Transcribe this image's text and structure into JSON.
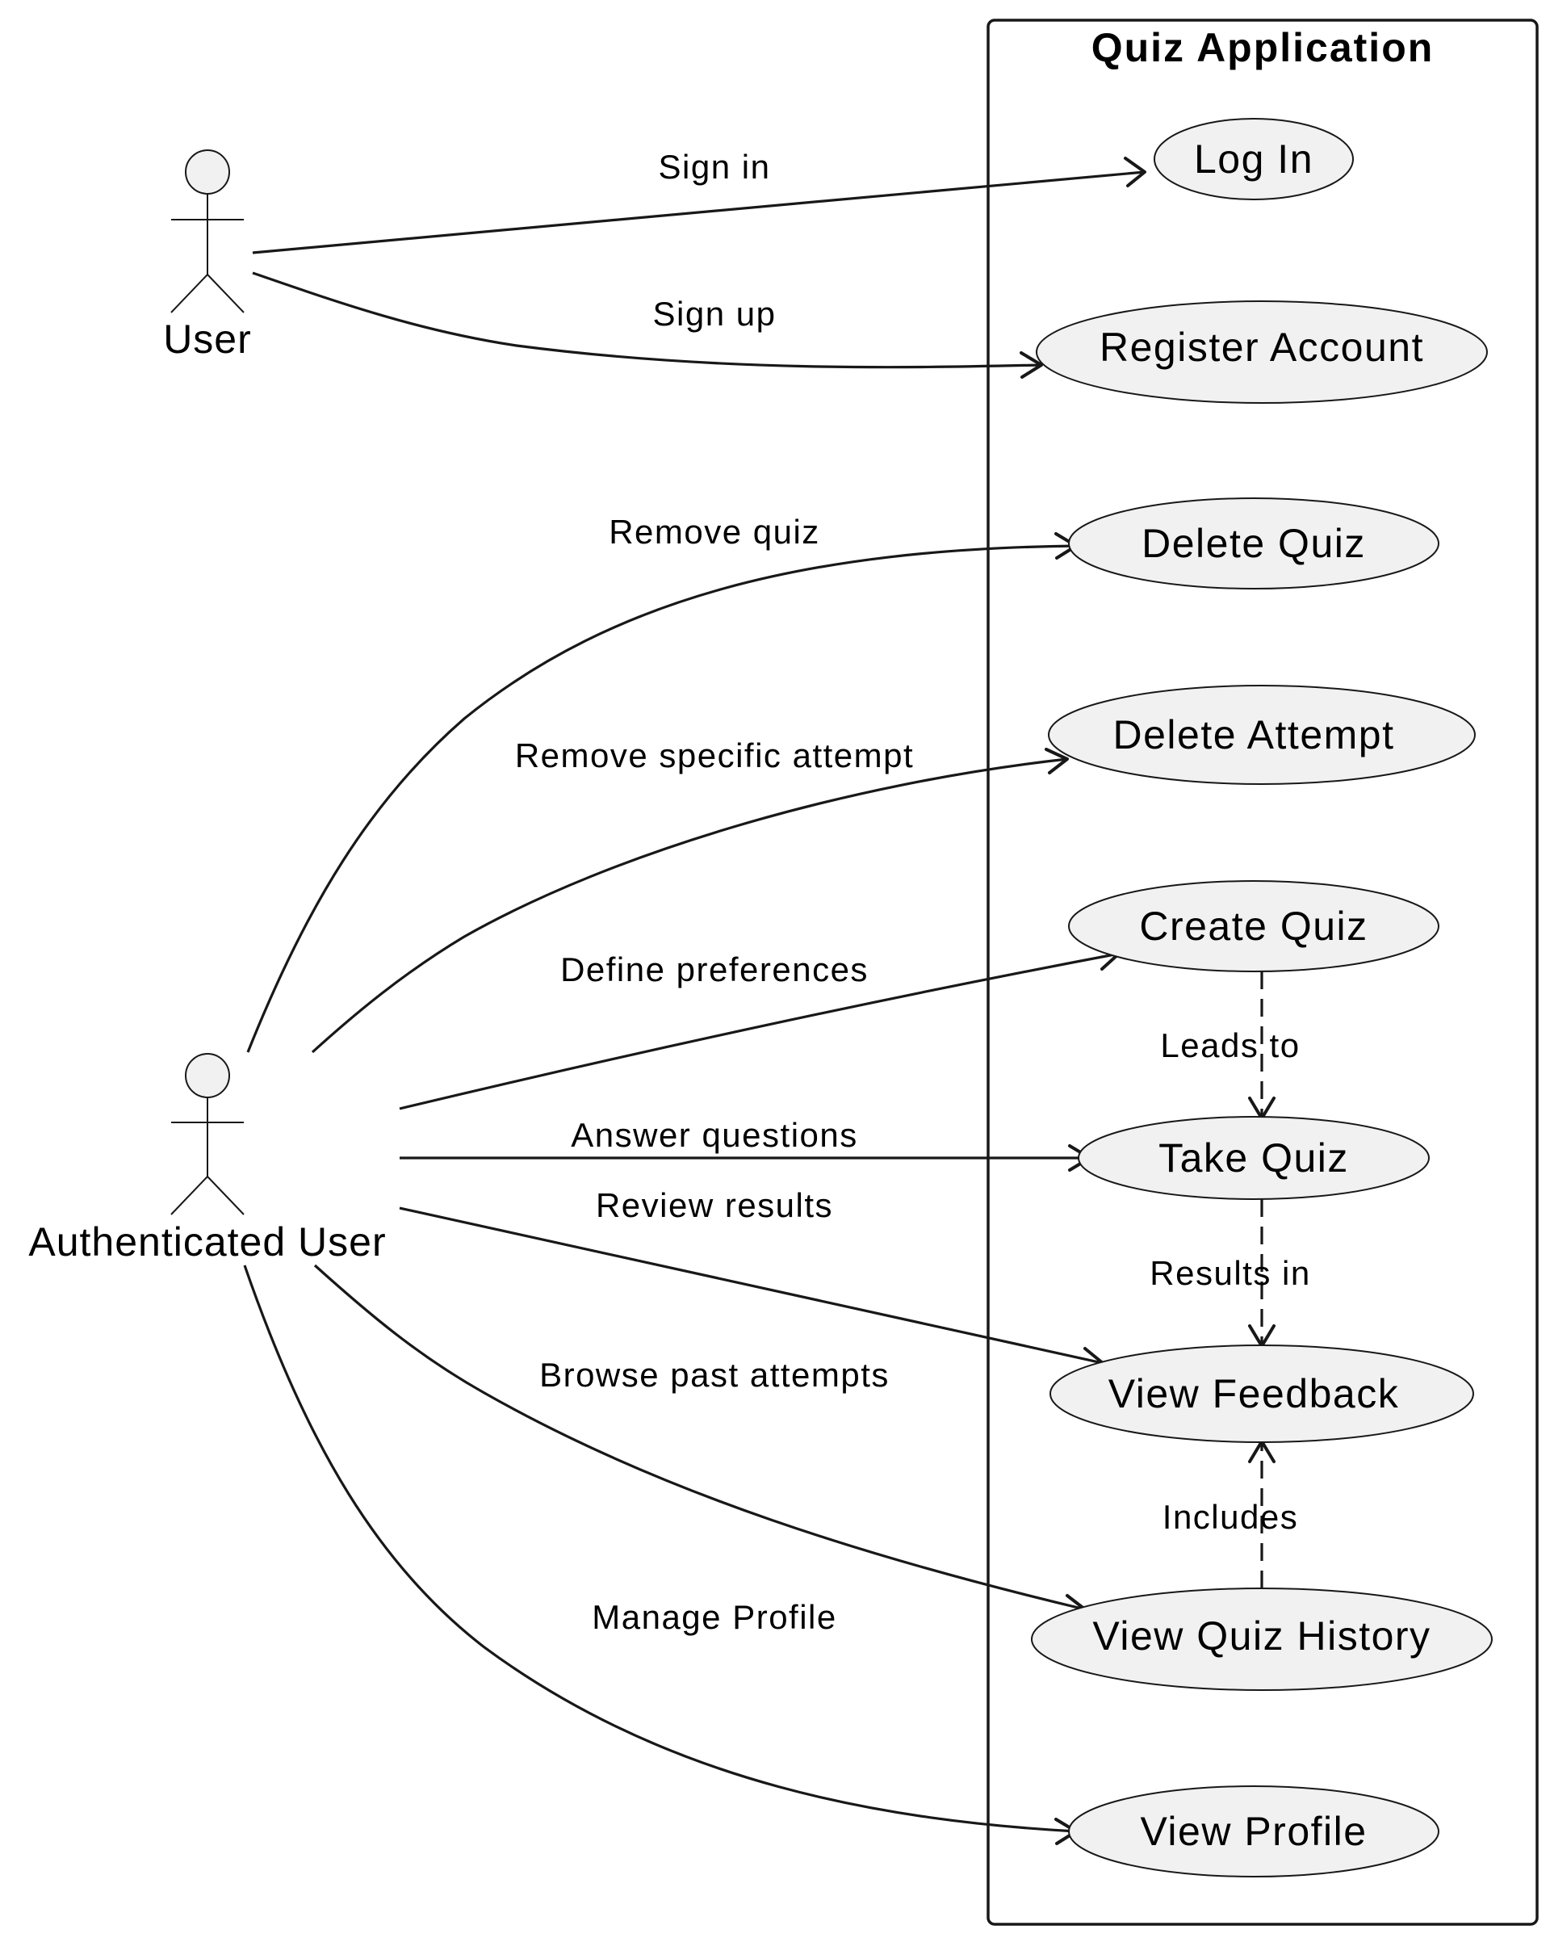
{
  "boundary": {
    "title": "Quiz Application"
  },
  "actors": {
    "user": "User",
    "auth_user": "Authenticated User"
  },
  "use_cases": {
    "log_in": "Log In",
    "register": "Register Account",
    "delete_quiz": "Delete Quiz",
    "delete_attempt": "Delete Attempt",
    "create_quiz": "Create Quiz",
    "take_quiz": "Take Quiz",
    "view_feedback": "View Feedback",
    "view_history": "View Quiz History",
    "view_profile": "View Profile"
  },
  "edges": {
    "sign_in": "Sign in",
    "sign_up": "Sign up",
    "remove_quiz": "Remove quiz",
    "remove_attempt": "Remove specific attempt",
    "define_prefs": "Define preferences",
    "answer_questions": "Answer questions",
    "review_results": "Review results",
    "browse_attempts": "Browse past attempts",
    "manage_profile": "Manage Profile",
    "leads_to": "Leads to",
    "results_in": "Results in",
    "includes": "Includes"
  }
}
